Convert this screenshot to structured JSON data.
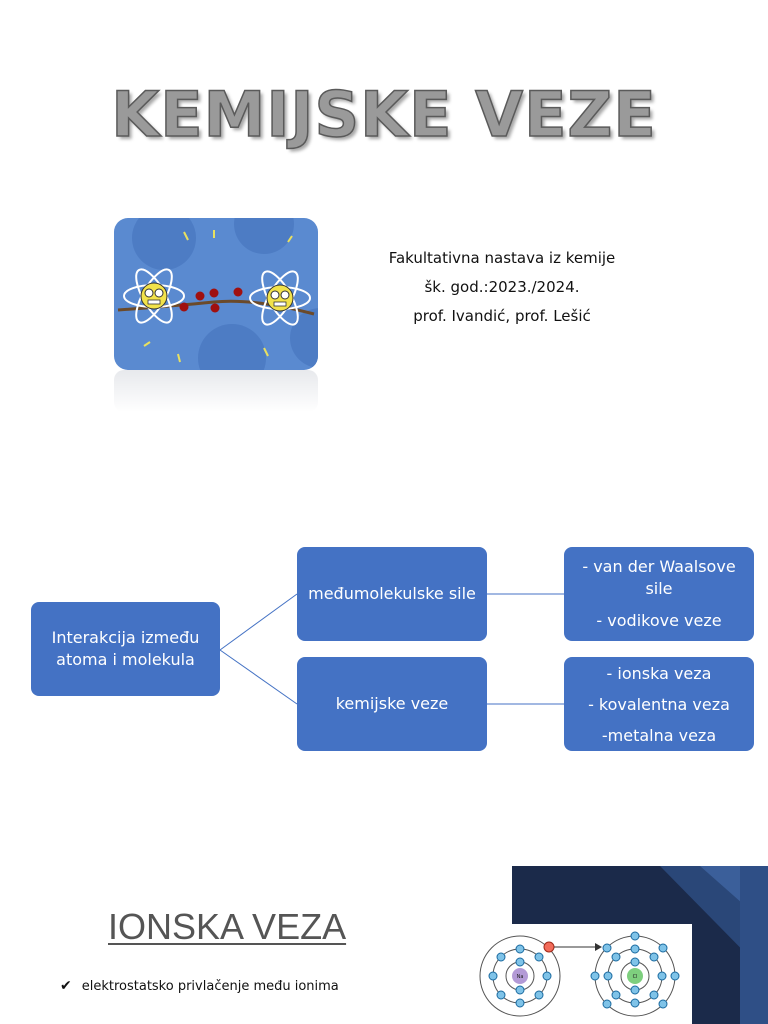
{
  "slide1": {
    "title": "KEMIJSKE VEZE",
    "credits": [
      "Fakultativna nastava iz kemije",
      "šk. god.:2023./2024.",
      "prof. Ivandić, prof. Lešić"
    ]
  },
  "slide2": {
    "root": [
      "Interakcija između",
      "atoma i molekula"
    ],
    "branch_intermolecular": "međumolekulske sile",
    "branch_chemical": "kemijske veze",
    "leaf_intermolecular": {
      "item1": [
        "- van der Waalsove",
        "sile"
      ],
      "item2": "- vodikove veze"
    },
    "leaf_chemical": {
      "item1": "- ionska veza",
      "item2": "- kovalentna veza",
      "item3": "-metalna veza"
    },
    "colors": {
      "node": "#4472c4",
      "connector": "#4472c4"
    }
  },
  "slide3": {
    "title": "IONSKA VEZA",
    "bullet_icon": "check-icon",
    "bullet": "elektrostatsko privlačenje među ionima",
    "diagram": {
      "atom_left": "Na",
      "atom_right": "Cl"
    }
  }
}
